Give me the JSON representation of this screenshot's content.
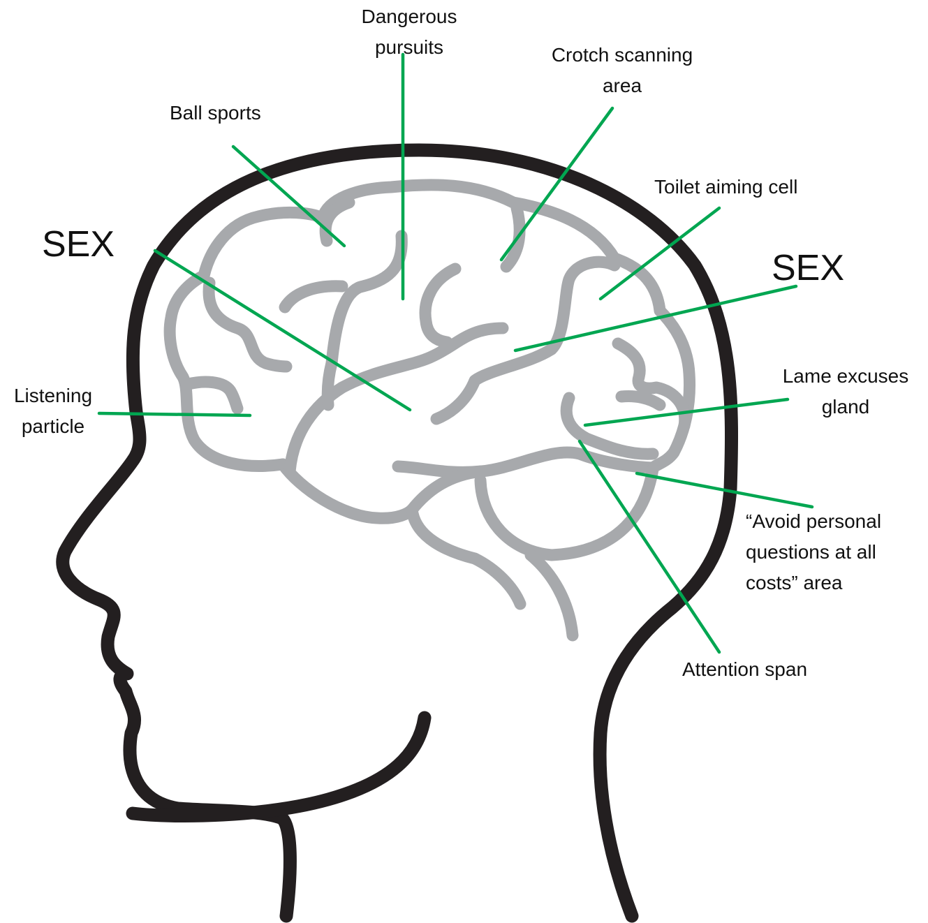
{
  "colors": {
    "head_outline": "#231f20",
    "brain": "#a7a9ac",
    "pointer": "#00a651",
    "text": "#111111"
  },
  "labels": {
    "dangerous_pursuits": [
      "Dangerous",
      "pursuits"
    ],
    "crotch_scanning": [
      "Crotch scanning",
      "area"
    ],
    "ball_sports": "Ball sports",
    "toilet_aiming": "Toilet aiming cell",
    "sex_left": "SEX",
    "sex_right": "SEX",
    "listening_particle": [
      "Listening",
      "particle"
    ],
    "lame_excuses": [
      "Lame excuses",
      "gland"
    ],
    "avoid_personal": [
      "“Avoid personal",
      "questions at all",
      "costs” area"
    ],
    "attention_span": "Attention span"
  }
}
